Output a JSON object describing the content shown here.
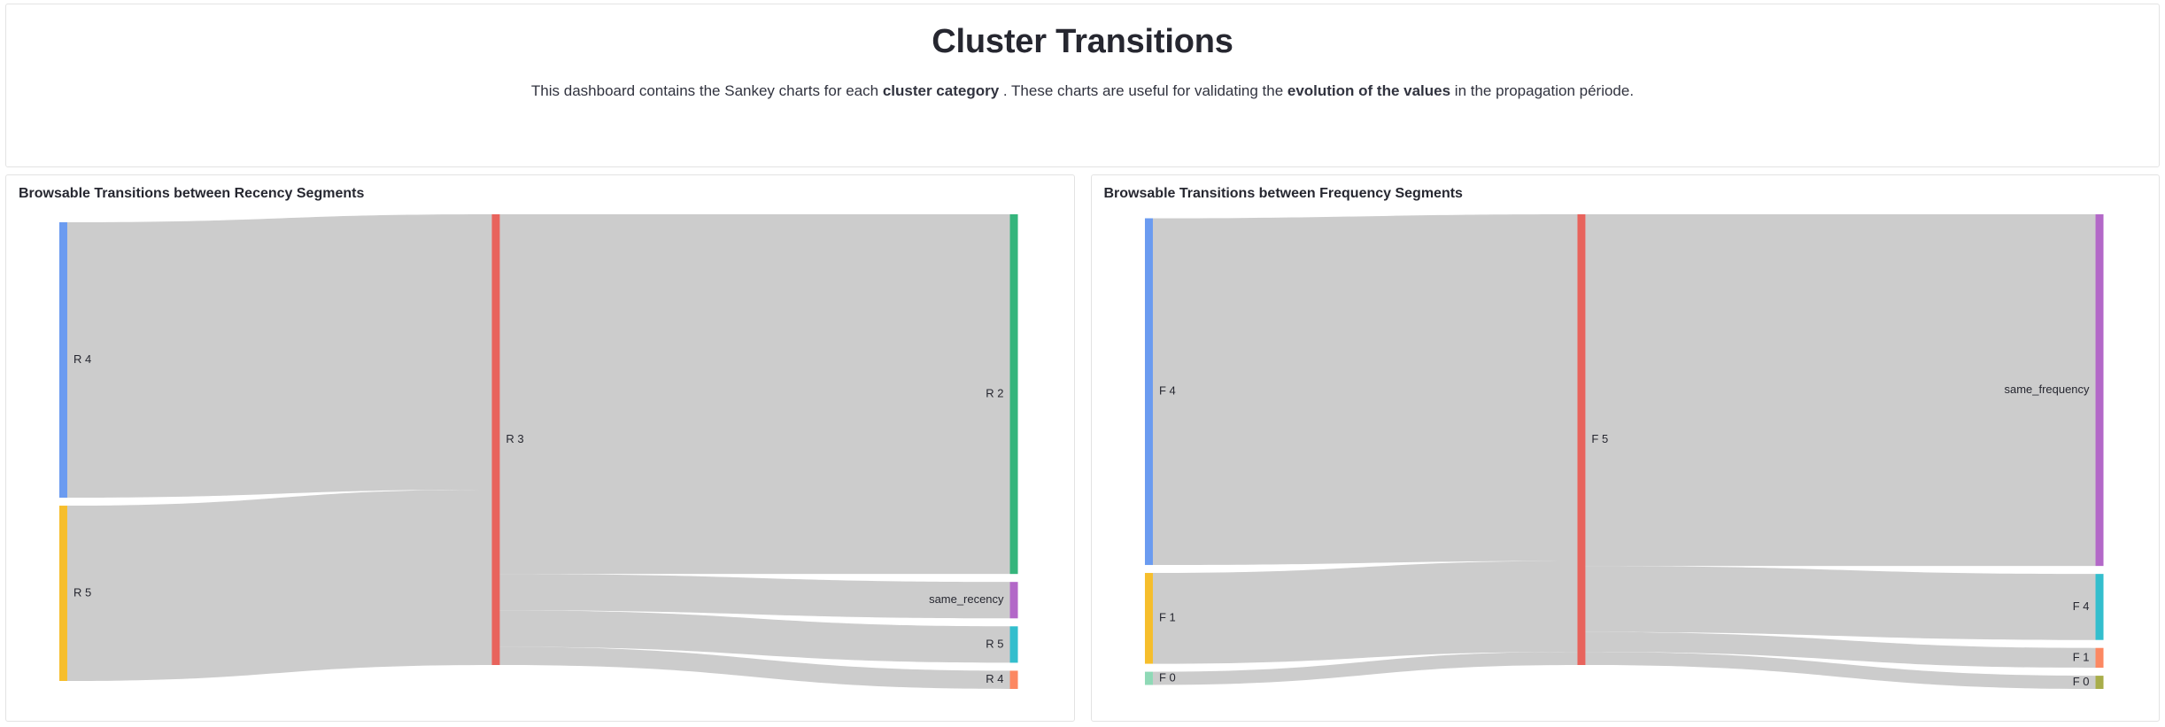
{
  "header": {
    "title": "Cluster Transitions",
    "subtitle_parts": [
      {
        "text": "This dashboard contains the Sankey charts for each ",
        "bold": false
      },
      {
        "text": "cluster category",
        "bold": true
      },
      {
        "text": " . These charts are useful for validating the ",
        "bold": false
      },
      {
        "text": "evolution of the values",
        "bold": true
      },
      {
        "text": " in the propagation période.",
        "bold": false
      }
    ],
    "subtitle_plain": "This dashboard contains the Sankey charts for each cluster category . These charts are useful for validating the evolution of the values in the propagation période."
  },
  "colors": {
    "blue": "#6B9BF0",
    "amber": "#F6BE2C",
    "red": "#E8635C",
    "green": "#35B57C",
    "purple": "#B368C8",
    "cyan": "#33BECD",
    "orange": "#FC8862",
    "olive": "#A8AD4A",
    "mint": "#8FD9B6",
    "link": "#cccccc",
    "panel_border": "#e3e3e3",
    "text": "#262730"
  },
  "panels": [
    {
      "title": "Browsable Transitions between Recency Segments",
      "chart_data": {
        "type": "sankey",
        "title": "Browsable Transitions between Recency Segments",
        "nodes": [
          {
            "id": "src_R4",
            "label": "R 4",
            "column": 0,
            "color": "#6B9BF0",
            "value": 60.5,
            "label_side": "right"
          },
          {
            "id": "src_R5",
            "label": "R 5",
            "column": 0,
            "color": "#F6BE2C",
            "value": 38.5,
            "label_side": "right"
          },
          {
            "id": "mid_R3",
            "label": "R 3",
            "column": 1,
            "color": "#E8635C",
            "value": 99.0,
            "label_side": "right"
          },
          {
            "id": "tgt_R2",
            "label": "R 2",
            "column": 2,
            "color": "#35B57C",
            "value": 79.0,
            "label_side": "left"
          },
          {
            "id": "tgt_same",
            "label": "same_recency",
            "column": 2,
            "color": "#B368C8",
            "value": 8.0,
            "label_side": "left"
          },
          {
            "id": "tgt_R5",
            "label": "R 5",
            "column": 2,
            "color": "#33BECD",
            "value": 8.0,
            "label_side": "left"
          },
          {
            "id": "tgt_R4",
            "label": "R 4",
            "column": 2,
            "color": "#FC8862",
            "value": 4.0,
            "label_side": "left"
          }
        ],
        "links": [
          {
            "source": "src_R4",
            "target": "mid_R3",
            "value": 60.5
          },
          {
            "source": "src_R5",
            "target": "mid_R3",
            "value": 38.5
          },
          {
            "source": "mid_R3",
            "target": "tgt_R2",
            "value": 79.0
          },
          {
            "source": "mid_R3",
            "target": "tgt_same",
            "value": 8.0
          },
          {
            "source": "mid_R3",
            "target": "tgt_R5",
            "value": 8.0
          },
          {
            "source": "mid_R3",
            "target": "tgt_R4",
            "value": 4.0
          }
        ]
      }
    },
    {
      "title": "Browsable Transitions between Frequency Segments",
      "chart_data": {
        "type": "sankey",
        "title": "Browsable Transitions between Frequency Segments",
        "nodes": [
          {
            "id": "src_F4",
            "label": "F 4",
            "column": 0,
            "color": "#6B9BF0",
            "value": 21.0,
            "label_side": "right"
          },
          {
            "id": "src_F1",
            "label": "F 1",
            "column": 0,
            "color": "#F6BE2C",
            "value": 5.5,
            "label_side": "right"
          },
          {
            "id": "src_F0",
            "label": "F 0",
            "column": 0,
            "color": "#8FD9B6",
            "value": 0.8,
            "label_side": "right"
          },
          {
            "id": "mid_F5",
            "label": "F 5",
            "column": 1,
            "color": "#E8635C",
            "value": 27.3,
            "label_side": "right"
          },
          {
            "id": "tgt_same",
            "label": "same_frequency",
            "column": 2,
            "color": "#B368C8",
            "value": 21.3,
            "label_side": "left"
          },
          {
            "id": "tgt_F4",
            "label": "F 4",
            "column": 2,
            "color": "#33BECD",
            "value": 4.0,
            "label_side": "left"
          },
          {
            "id": "tgt_F1",
            "label": "F 1",
            "column": 2,
            "color": "#FC8862",
            "value": 1.2,
            "label_side": "left"
          },
          {
            "id": "tgt_F0",
            "label": "F 0",
            "column": 2,
            "color": "#A8AD4A",
            "value": 0.8,
            "label_side": "left"
          }
        ],
        "links": [
          {
            "source": "src_F4",
            "target": "mid_F5",
            "value": 21.0
          },
          {
            "source": "src_F1",
            "target": "mid_F5",
            "value": 5.5
          },
          {
            "source": "src_F0",
            "target": "mid_F5",
            "value": 0.8
          },
          {
            "source": "mid_F5",
            "target": "tgt_same",
            "value": 21.3
          },
          {
            "source": "mid_F5",
            "target": "tgt_F4",
            "value": 4.0
          },
          {
            "source": "mid_F5",
            "target": "tgt_F1",
            "value": 1.2
          },
          {
            "source": "mid_F5",
            "target": "tgt_F0",
            "value": 0.8
          }
        ]
      }
    }
  ]
}
